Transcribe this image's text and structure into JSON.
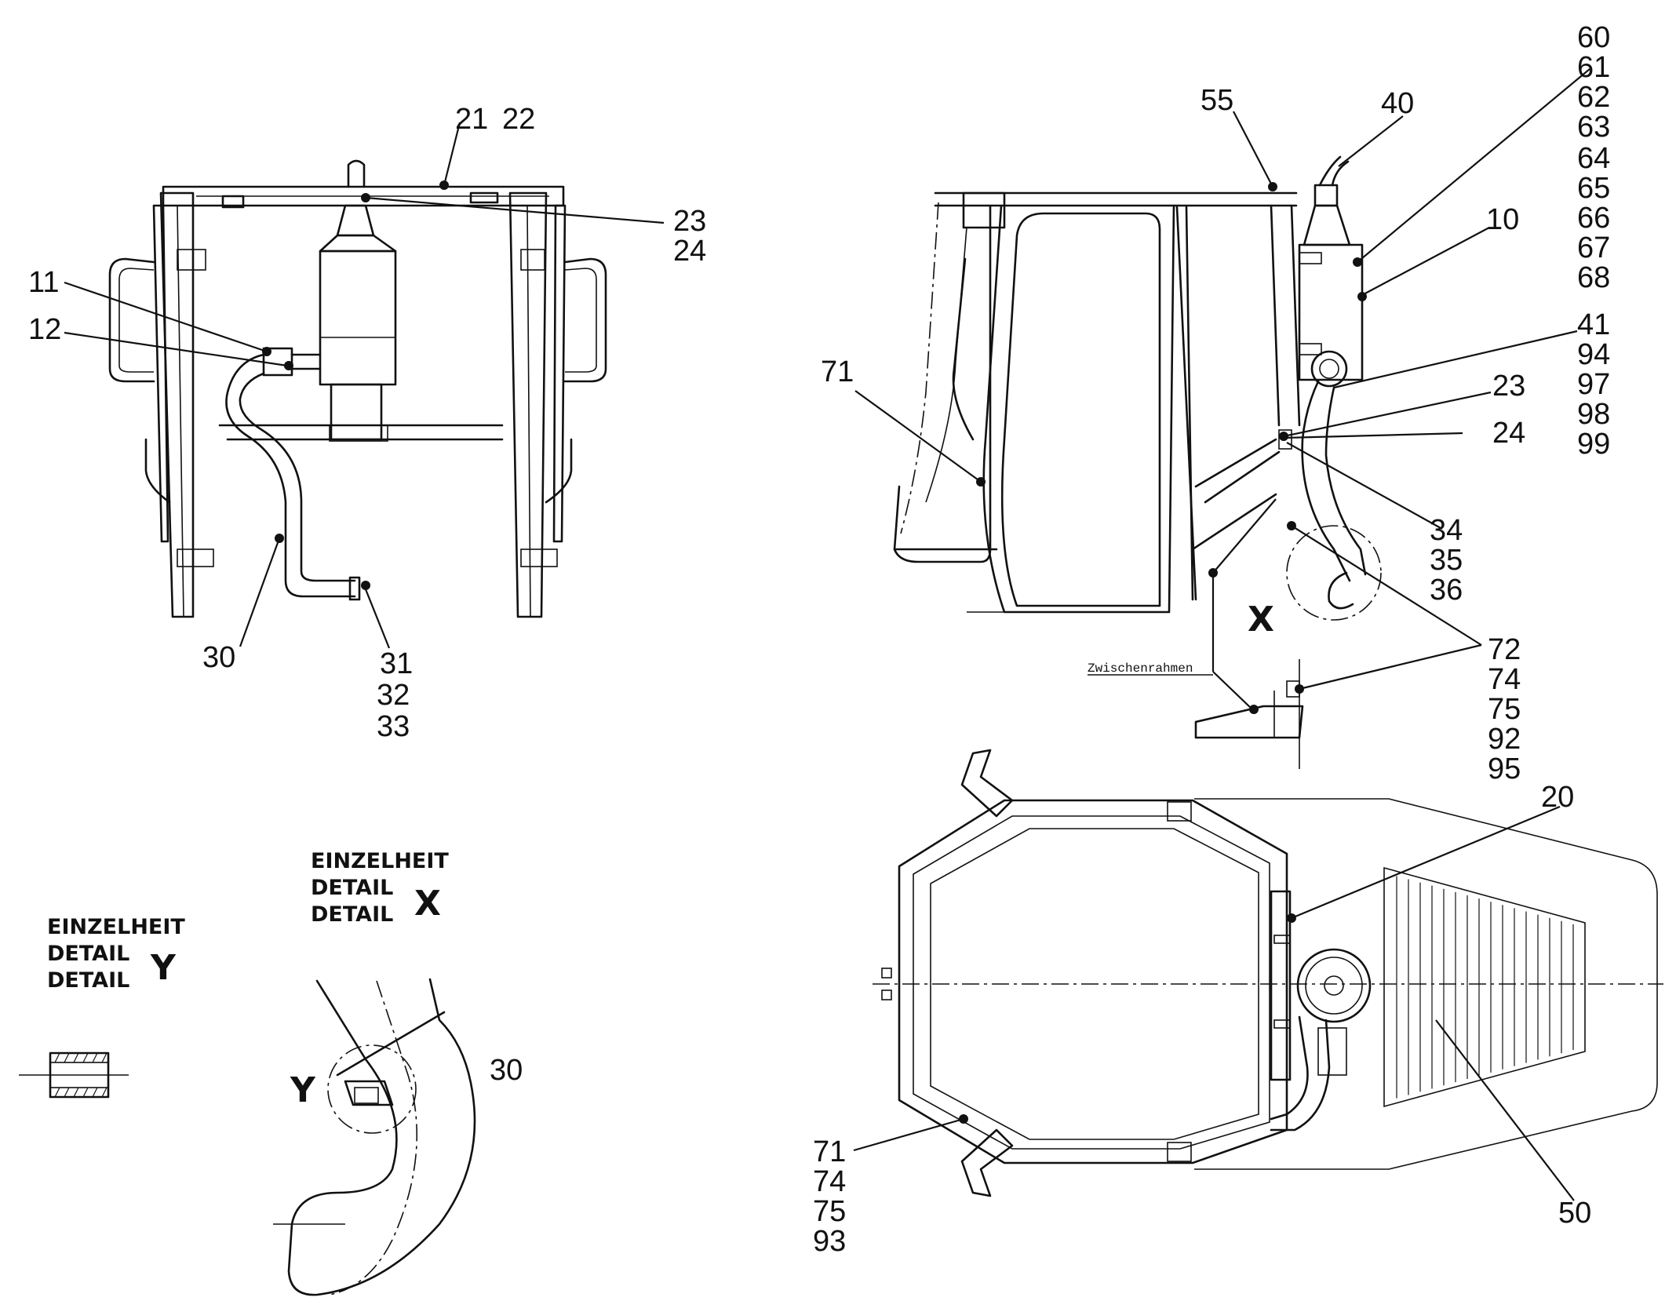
{
  "callouts": {
    "c21": "21",
    "c22": "22",
    "c23a": "23",
    "c24a": "24",
    "c11": "11",
    "c12": "12",
    "c30a": "30",
    "c31": "31",
    "c32": "32",
    "c33": "33",
    "c55": "55",
    "c40": "40",
    "c60": "60",
    "c61": "61",
    "c62": "62",
    "c63": "63",
    "c64": "64",
    "c65": "65",
    "c66": "66",
    "c67": "67",
    "c68": "68",
    "c10": "10",
    "c71a": "71",
    "c41": "41",
    "c94": "94",
    "c97": "97",
    "c98": "98",
    "c99": "99",
    "c23b": "23",
    "c24b": "24",
    "c34": "34",
    "c35": "35",
    "c36": "36",
    "c72": "72",
    "c74a": "74",
    "c75a": "75",
    "c92": "92",
    "c95": "95",
    "c20": "20",
    "c50": "50",
    "c71b": "71",
    "c74b": "74",
    "c75b": "75",
    "c93": "93",
    "c30b": "30"
  },
  "labels": {
    "zwischenrahmen": "Zwischenrahmen",
    "x_marker": "X",
    "y_marker": "Y"
  },
  "detail_x": {
    "line1": "EINZELHEIT",
    "line2": "DETAIL",
    "line3": "DETAIL",
    "letter": "X"
  },
  "detail_y": {
    "line1": "EINZELHEIT",
    "line2": "DETAIL",
    "line3": "DETAIL",
    "letter": "Y"
  }
}
